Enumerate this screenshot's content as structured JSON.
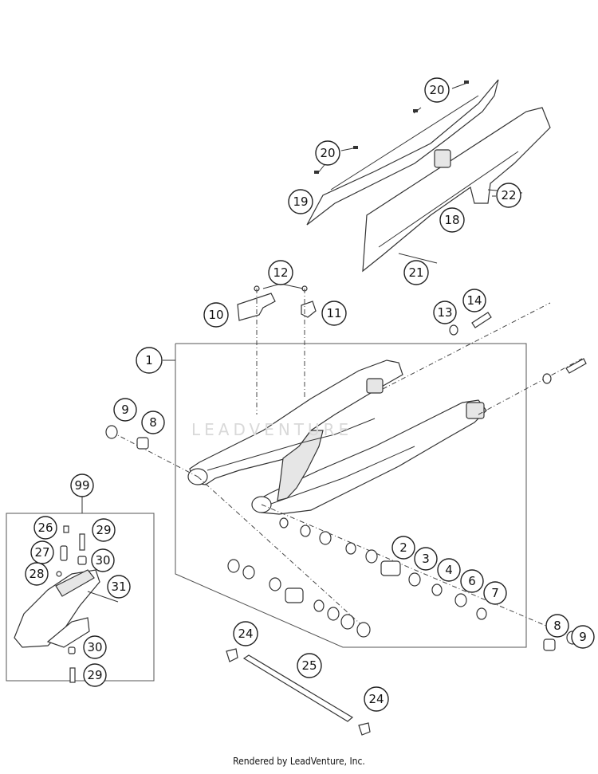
{
  "footer_text": "Rendered by LeadVenture, Inc.",
  "watermark_text": "LEADVENTURE",
  "callouts": {
    "c1": "1",
    "c2": "2",
    "c3": "3",
    "c4": "4",
    "c6": "6",
    "c7": "7",
    "c8a": "8",
    "c8b": "8",
    "c9a": "9",
    "c9b": "9",
    "c10": "10",
    "c11": "11",
    "c12": "12",
    "c13": "13",
    "c14": "14",
    "c18": "18",
    "c19": "19",
    "c20a": "20",
    "c20b": "20",
    "c21": "21",
    "c22": "22",
    "c24a": "24",
    "c24b": "24",
    "c25": "25",
    "c26": "26",
    "c27": "27",
    "c28": "28",
    "c29a": "29",
    "c29b": "29",
    "c30a": "30",
    "c30b": "30",
    "c31": "31",
    "c99": "99"
  }
}
